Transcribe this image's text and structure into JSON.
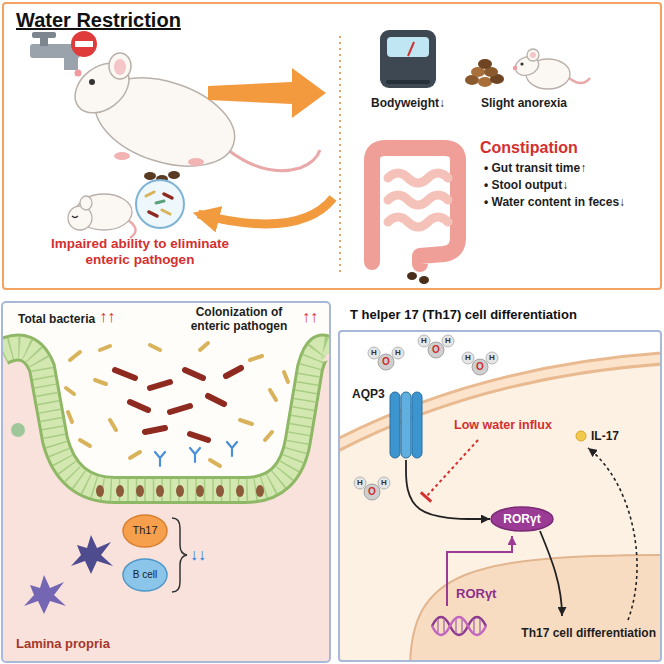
{
  "diagram": {
    "nodes": [
      {
        "text": [
          "Water Restriction"
        ]
      },
      {
        "text": [
          "Th17"
        ]
      },
      {
        "text": [
          "B cell"
        ]
      },
      {
        "text": [
          "T helper 17 (Th17) cell differentiation"
        ]
      },
      {
        "text": [
          "AQP3"
        ],
        "in": 3
      },
      {
        "text": [
          "RORγt"
        ],
        "in": 3
      },
      {
        "text": [
          "IL-17"
        ],
        "in": 3
      }
    ],
    "edges": [
      {
        "from": 4,
        "to": 5,
        "arrow": "to"
      }
    ],
    "labels": [
      "Bodyweight↓",
      "Slight anorexia",
      "Constipation",
      "• Gut transit time↑",
      "• Stool output↓",
      "• Water content in feces↓",
      "Impaired ability to eliminate enteric pathogen",
      "Total bacteria",
      "↑↑",
      "Colonization of enteric pathogen",
      "↑↑",
      "↓↓",
      "Lamina propria",
      "Low water influx",
      "RORγt",
      "Th17 cell differentiation",
      "O",
      "H",
      "H",
      "O",
      "H",
      "H",
      "O",
      "H",
      "H",
      "O",
      "H",
      "H"
    ]
  }
}
